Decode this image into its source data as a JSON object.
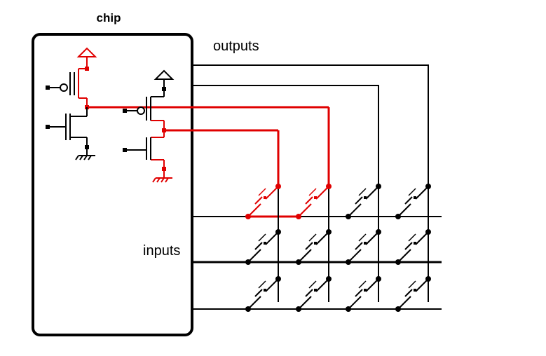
{
  "labels": {
    "chip": "chip",
    "outputs": "outputs",
    "inputs": "inputs"
  },
  "colors": {
    "wire": "#000000",
    "active": "#e00000",
    "background": "#ffffff"
  },
  "matrix": {
    "rows": 3,
    "columns": 4,
    "pressed_keys": [
      [
        0,
        0
      ],
      [
        0,
        1
      ]
    ]
  },
  "chip_circuit": {
    "driver_1": {
      "state": "active"
    },
    "driver_2": {
      "state": "active"
    }
  }
}
